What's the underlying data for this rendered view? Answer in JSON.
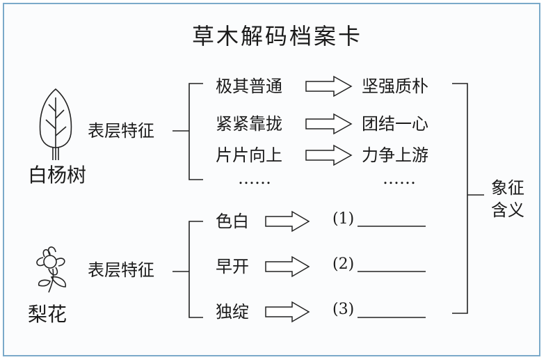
{
  "title": "草木解码档案卡",
  "poplar": {
    "name": "白杨树",
    "feature_label": "表层特征",
    "traits": [
      "极其普通",
      "紧紧靠拢",
      "片片向上",
      "……"
    ],
    "meanings": [
      "坚强质朴",
      "团结一心",
      "力争上游",
      "……"
    ]
  },
  "pear": {
    "name": "梨花",
    "feature_label": "表层特征",
    "traits": [
      "色白",
      "早开",
      "独绽"
    ],
    "blanks": [
      "(1)",
      "(2)",
      "(3)"
    ]
  },
  "symbol_label": [
    "象征",
    "含义"
  ],
  "icons": [
    "poplar-tree-icon",
    "pear-blossom-icon"
  ]
}
